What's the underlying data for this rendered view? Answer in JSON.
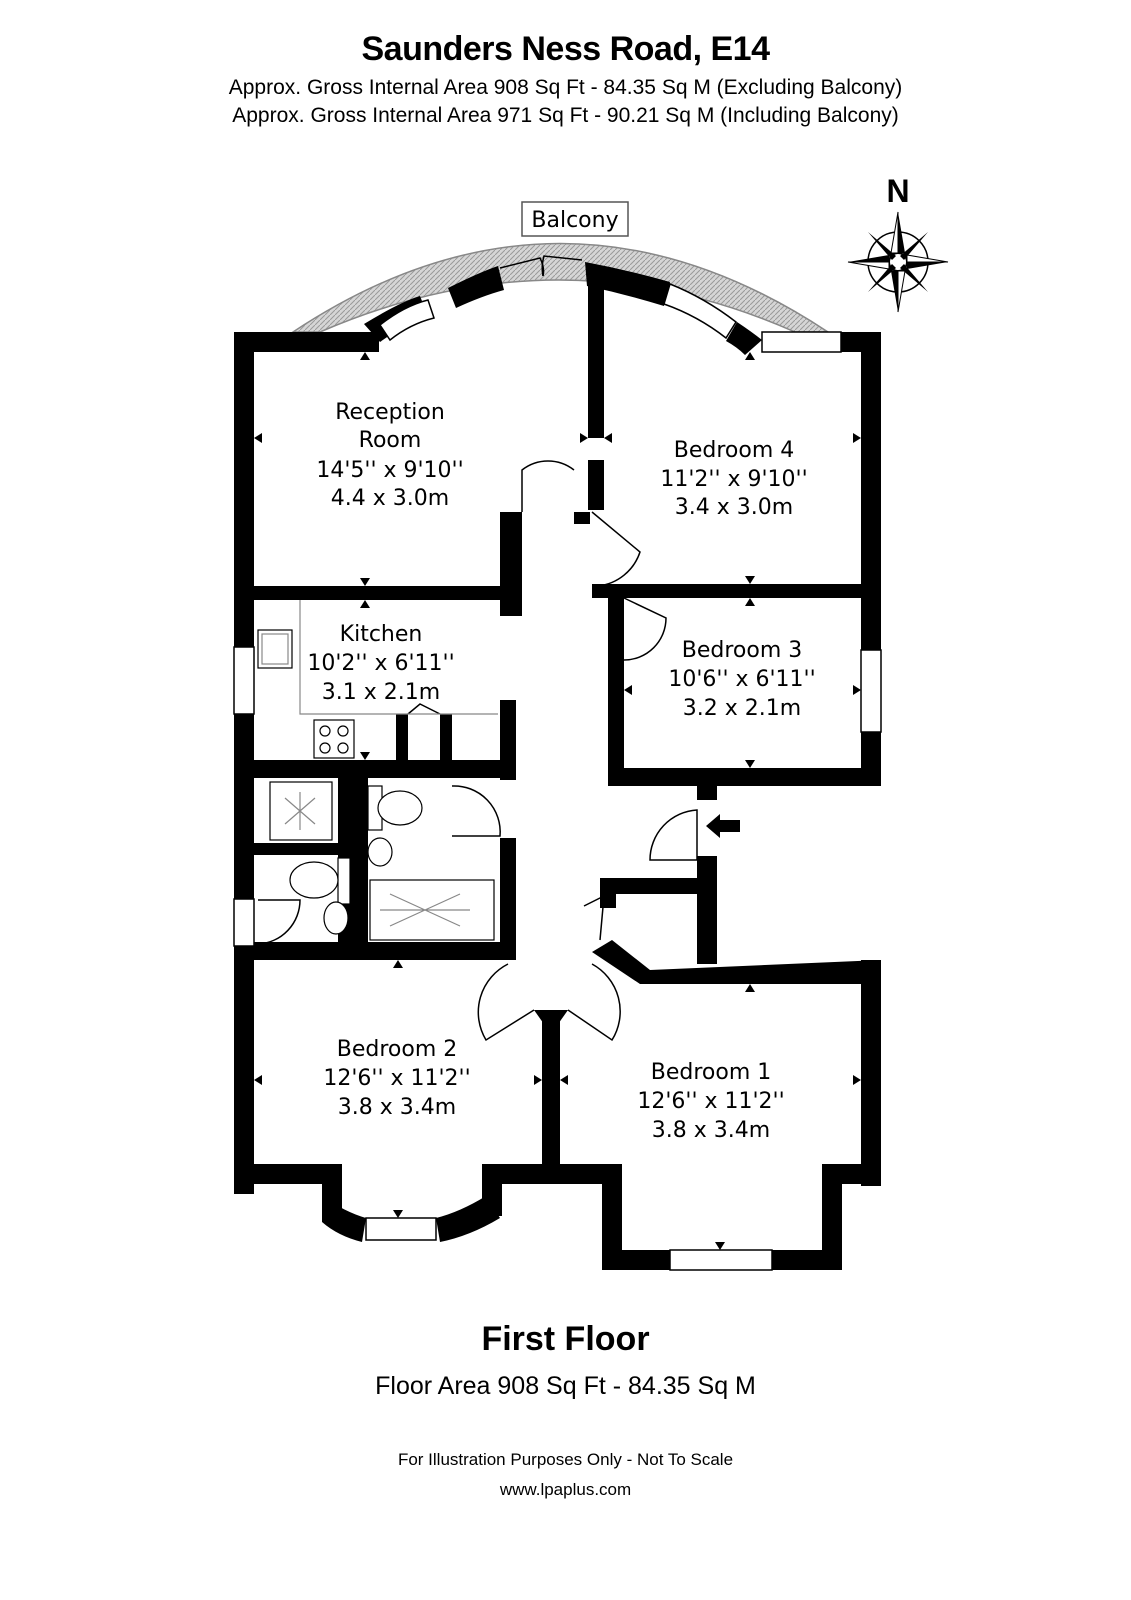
{
  "header": {
    "title": "Saunders Ness Road, E14",
    "area_excluding": "Approx. Gross Internal Area 908 Sq Ft - 84.35 Sq M (Excluding Balcony)",
    "area_including": "Approx. Gross Internal Area 971 Sq Ft - 90.21 Sq M (Including Balcony)"
  },
  "compass": {
    "label": "N"
  },
  "balcony": {
    "label": "Balcony"
  },
  "rooms": {
    "reception": {
      "name1": "Reception",
      "name2": "Room",
      "imperial": "14'5'' x 9'10''",
      "metric": "4.4 x 3.0m"
    },
    "bedroom4": {
      "name": "Bedroom 4",
      "imperial": "11'2'' x 9'10''",
      "metric": "3.4 x 3.0m"
    },
    "kitchen": {
      "name": "Kitchen",
      "imperial": "10'2'' x 6'11''",
      "metric": "3.1 x 2.1m"
    },
    "bedroom3": {
      "name": "Bedroom 3",
      "imperial": "10'6'' x 6'11''",
      "metric": "3.2 x 2.1m"
    },
    "bedroom2": {
      "name": "Bedroom 2",
      "imperial": "12'6'' x 11'2''",
      "metric": "3.8 x 3.4m"
    },
    "bedroom1": {
      "name": "Bedroom 1",
      "imperial": "12'6'' x 11'2''",
      "metric": "3.8 x 3.4m"
    }
  },
  "footer": {
    "floor_name": "First Floor",
    "floor_area": "Floor Area 908 Sq Ft - 84.35 Sq M",
    "disclaimer": "For Illustration Purposes Only - Not To Scale",
    "website": "www.lpaplus.com"
  }
}
